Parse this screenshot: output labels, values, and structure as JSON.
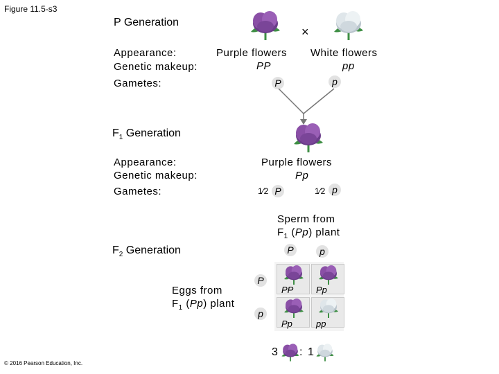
{
  "figure_label": "Figure 11.5-s3",
  "p_generation": {
    "title": "P Generation",
    "cross_symbol": "×",
    "appearance_label": "Appearance:",
    "genetic_label": "Genetic makeup:",
    "gametes_label": "Gametes:",
    "parent1": {
      "appearance": "Purple flowers",
      "genotype": "PP",
      "gamete": "P"
    },
    "parent2": {
      "appearance": "White flowers",
      "genotype": "pp",
      "gamete": "p"
    }
  },
  "f1_generation": {
    "title_main": "F",
    "title_sub": "1",
    "title_rest": " Generation",
    "appearance_label": "Appearance:",
    "genetic_label": "Genetic makeup:",
    "gametes_label": "Gametes:",
    "appearance": "Purple flowers",
    "genotype": "Pp",
    "gamete1_fraction": "1⁄2",
    "gamete1": "P",
    "gamete2_fraction": "1⁄2",
    "gamete2": "p"
  },
  "f2_generation": {
    "title_main": "F",
    "title_sub": "2",
    "title_rest": " Generation",
    "sperm_label_line1": "Sperm from",
    "sperm_label_f": "F",
    "sperm_label_sub": "1",
    "sperm_label_rest_open": " (",
    "sperm_label_geno": "Pp",
    "sperm_label_rest_close": ") plant",
    "eggs_label_line1": "Eggs from",
    "eggs_label_f": "F",
    "eggs_label_sub": "1",
    "eggs_label_rest_open": " (",
    "eggs_label_geno": "Pp",
    "eggs_label_rest_close": ") plant",
    "sperm_alleles": [
      "P",
      "p"
    ],
    "egg_alleles": [
      "P",
      "p"
    ],
    "punnett": [
      [
        "PP",
        "Pp"
      ],
      [
        "Pp",
        "pp"
      ]
    ],
    "ratio_left": "3",
    "ratio_sep": ":",
    "ratio_right": "1"
  },
  "copyright": "© 2016 Pearson Education, Inc.",
  "colors": {
    "purple": "#8a4fa6",
    "white_flower": "#dfe6ea",
    "leaf": "#3f8f45",
    "gamete_circle": "#e2e2e2"
  }
}
